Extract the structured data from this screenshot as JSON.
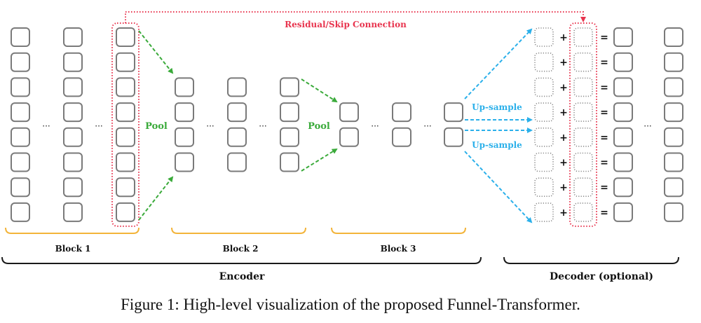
{
  "figure": {
    "caption": "Figure 1: High-level visualization of the proposed Funnel-Transformer.",
    "colors": {
      "box": "#7a7a7a",
      "dotted_box": "#8a8a8a",
      "residual": "#e8344e",
      "pool": "#3aaa3a",
      "upsample": "#2bb0ea",
      "block_bracket": "#f3b43a",
      "group_bracket": "#1a1a1a"
    },
    "labels": {
      "residual": "Residual/Skip  Connection",
      "pool_1": "Pool",
      "pool_2": "Pool",
      "upsample_1": "Up-sample",
      "upsample_2": "Up-sample",
      "ellipsis": "···",
      "plus": "+",
      "equals": "="
    },
    "blocks": [
      {
        "name": "Block 1",
        "sequence_length": 8
      },
      {
        "name": "Block 2",
        "sequence_length": 4
      },
      {
        "name": "Block 3",
        "sequence_length": 2
      }
    ],
    "groups": {
      "encoder": "Encoder",
      "decoder": "Decoder (optional)"
    },
    "decoder_sequence_length": 8
  }
}
